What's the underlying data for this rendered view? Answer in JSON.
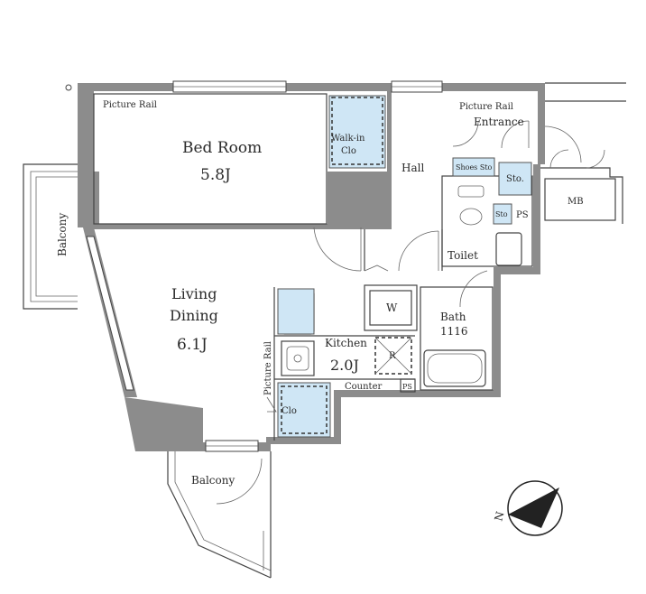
{
  "rooms": {
    "bedroom": {
      "name": "Bed Room",
      "size": "5.8J"
    },
    "living": {
      "name_line1": "Living",
      "name_line2": "Dining",
      "size": "6.1J"
    },
    "kitchen": {
      "name": "Kitchen",
      "size": "2.0J"
    },
    "hall": "Hall",
    "entrance": "Entrance",
    "toilet": "Toilet",
    "bath": {
      "name": "Bath",
      "size": "1116"
    },
    "walkin": {
      "line1": "Walk-in",
      "line2": "Clo"
    },
    "shoes": "Shoes Sto",
    "sto": "Sto.",
    "sto_small": "Sto",
    "ps": "PS",
    "mb": "MB",
    "washer": "W",
    "fridge": "R",
    "clo": "Clo",
    "counter": "Counter",
    "ps_kitchen": "PS"
  },
  "rails": {
    "bedroom": "Picture Rail",
    "entrance": "Picture Rail",
    "living": "Picture Rail"
  },
  "balconies": {
    "west": "Balcony",
    "south": "Balcony"
  },
  "compass": {
    "label": "N"
  }
}
